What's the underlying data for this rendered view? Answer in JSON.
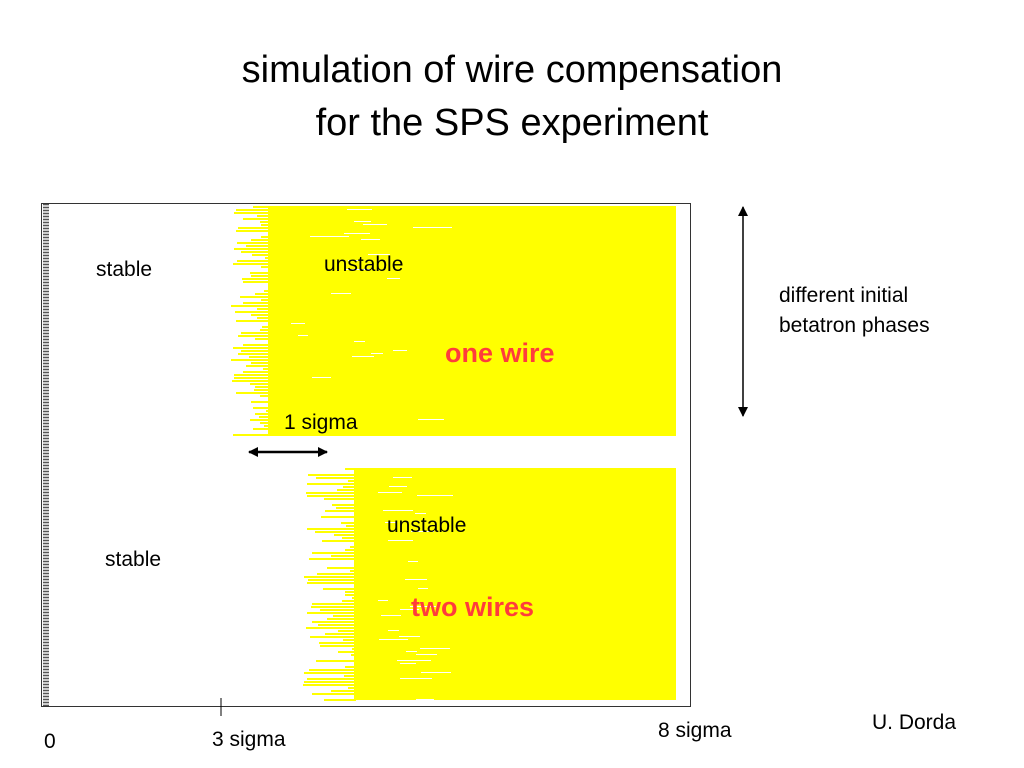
{
  "title": {
    "line1": "simulation of wire compensation",
    "line2": "for the SPS experiment"
  },
  "plot": {
    "panel_one": {
      "stable_label": "stable",
      "unstable_label": "unstable",
      "name": "one wire",
      "fill_color": "#ffff00"
    },
    "panel_two": {
      "stable_label": "stable",
      "unstable_label": "unstable",
      "name": "two wires",
      "fill_color": "#ffff00"
    },
    "difference_label": "1 sigma",
    "label_color": "#ff3c3c"
  },
  "side_note": {
    "line1": "different initial",
    "line2": "betatron phases"
  },
  "x_axis": {
    "label_0": "0",
    "label_3": "3 sigma",
    "label_8": "8 sigma"
  },
  "author": "U. Dorda"
}
